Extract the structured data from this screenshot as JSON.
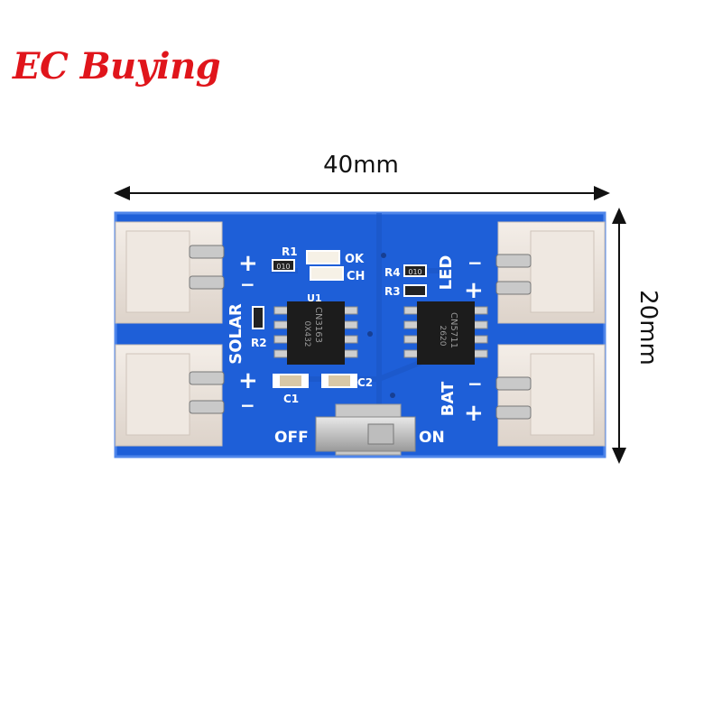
{
  "brand": {
    "name": "EC Buying",
    "color": "#e0151b"
  },
  "dimensions": {
    "width_label": "40mm",
    "height_label": "20mm"
  },
  "board": {
    "color": "#1e5fd8",
    "labels": {
      "r1": "R1",
      "r2": "R2",
      "r3": "R3",
      "r4": "R4",
      "c1": "C1",
      "c2": "C2",
      "u1": "U1",
      "ok": "OK",
      "ch": "CH",
      "solar": "SOLAR",
      "bat": "BAT",
      "led": "LED",
      "off": "OFF",
      "on": "ON",
      "plus": "+",
      "minus": "−"
    },
    "chip_u1": {
      "line1": "CN3163",
      "line2": "0X432"
    },
    "chip_u2": {
      "line1": "CN5711",
      "line2": "2620"
    },
    "resistor_code": "010"
  }
}
